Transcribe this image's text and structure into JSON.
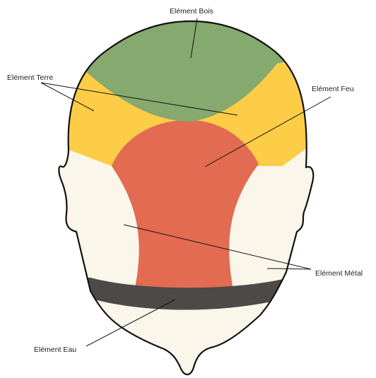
{
  "labels": {
    "bois": "Elément Bois",
    "terre": "Elément Terre",
    "feu": "Elément Feu",
    "metal": "Elément Métal",
    "eau": "Elément Eau"
  },
  "colors": {
    "bois": "#86a96f",
    "terre": "#fdcd48",
    "feu": "#e26b52",
    "metal": "#fbf6ea",
    "eau": "#4b4a48",
    "outline": "#111111",
    "leader": "#111111"
  }
}
